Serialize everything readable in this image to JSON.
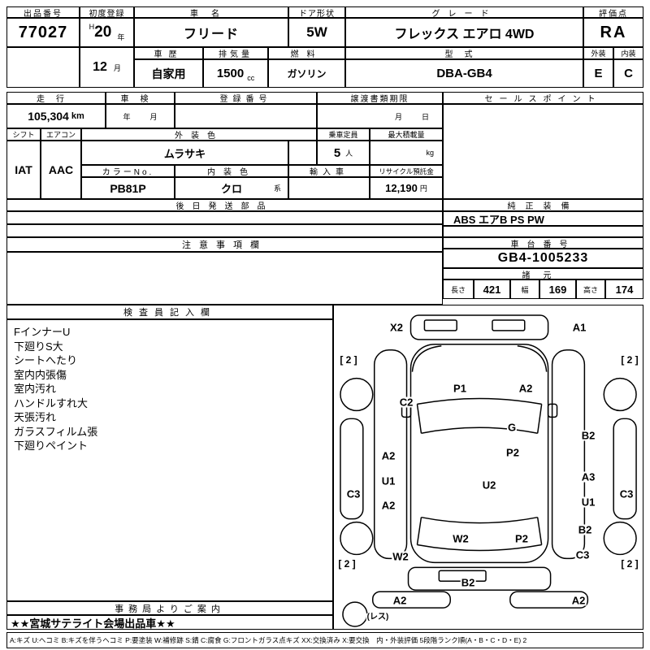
{
  "colors": {
    "ink": "#000000",
    "paper": "#ffffff"
  },
  "top": {
    "exhibit_no_label": "出品番号",
    "exhibit_no": "77027",
    "first_reg_label": "初度登録",
    "era": "H",
    "reg_year": "20",
    "year_unit": "年",
    "reg_month": "12",
    "month_unit": "月",
    "car_name_label": "車名",
    "car_name": "フリード",
    "door_label": "ドア形状",
    "door": "5W",
    "grade_label": "グレード",
    "grade": "フレックス エアロ 4WD",
    "score_label": "評価点",
    "score": "RA",
    "history_label": "車歴",
    "history": "自家用",
    "disp_label": "排気量",
    "disp": "1500",
    "disp_unit": "cc",
    "fuel_label": "燃料",
    "fuel": "ガソリン",
    "model_label": "型式",
    "model": "DBA-GB4",
    "ext_label": "外装",
    "ext_grade": "E",
    "int_label": "内装",
    "int_grade": "C"
  },
  "reg": {
    "mileage_label": "走行",
    "mileage": "105,304",
    "mileage_unit": "km",
    "shaken_label": "車検",
    "shaken_year_unit": "年",
    "shaken_month_unit": "月",
    "reg_no_label": "登録番号",
    "transfer_label": "譲渡書類期限",
    "transfer_month_unit": "月",
    "transfer_day_unit": "日",
    "sales_point_label": "セールスポイント"
  },
  "spec": {
    "shift_label": "シフト",
    "shift": "IAT",
    "ac_label": "エアコン",
    "ac": "AAC",
    "ext_color_label": "外装色",
    "ext_color": "ムラサキ",
    "capacity_label": "乗車定員",
    "capacity": "5",
    "capacity_unit": "人",
    "max_load_label": "最大積載量",
    "max_load_unit": "kg",
    "color_no_label": "カラーNo.",
    "color_no": "PB81P",
    "int_color_label": "内装色",
    "int_color": "クロ",
    "int_color_suffix": "系",
    "import_label": "輸入車",
    "recycle_label": "リサイクル預託金",
    "recycle": "12,190",
    "recycle_unit": "円",
    "later_parts_label": "後日発送部品",
    "equipment_label": "純正装備",
    "equipment": "ABS エアB PS PW"
  },
  "notes": {
    "caution_label": "注意事項欄",
    "chassis_label": "車台番号",
    "chassis": "GB4-1005233",
    "dims_label": "諸元",
    "length_label": "長さ",
    "length": "421",
    "width_label": "幅",
    "width": "169",
    "height_label": "高さ",
    "height": "174"
  },
  "inspector": {
    "title": "検査員記入欄",
    "items": [
      "FインナーU",
      "下廻りS大",
      "シートへたり",
      "室内内張傷",
      "室内汚れ",
      "ハンドルすれ大",
      "天張汚れ",
      "ガラスフィルム張",
      "下廻りペイント"
    ]
  },
  "office": {
    "title": "事務局よりご案内",
    "notice": "★★宮城サテライト会場出品車★★"
  },
  "diagram": {
    "codes": [
      "X2",
      "A1",
      "[ 2 ]",
      "[ 2 ]",
      "P1",
      "A2",
      "C2",
      "G",
      "B2",
      "A2",
      "P2",
      "U1",
      "A3",
      "U2",
      "C3",
      "C3",
      "A2",
      "U1",
      "W2",
      "P2",
      "B2",
      "W2",
      "C3",
      "[ 2 ]",
      "[ 2 ]",
      "B2",
      "A2",
      "A2",
      "(レス)"
    ]
  },
  "footer": {
    "legend": "A:キズ U:ヘコミ B:キズを伴うヘコミ P:要塗装 W:補修跡 S:錆 C:腐食 G:フロントガラス点キズ XX:交換済み X:要交換　内・外装評価 5段階ランク順(A・B・C・D・E) 2"
  }
}
